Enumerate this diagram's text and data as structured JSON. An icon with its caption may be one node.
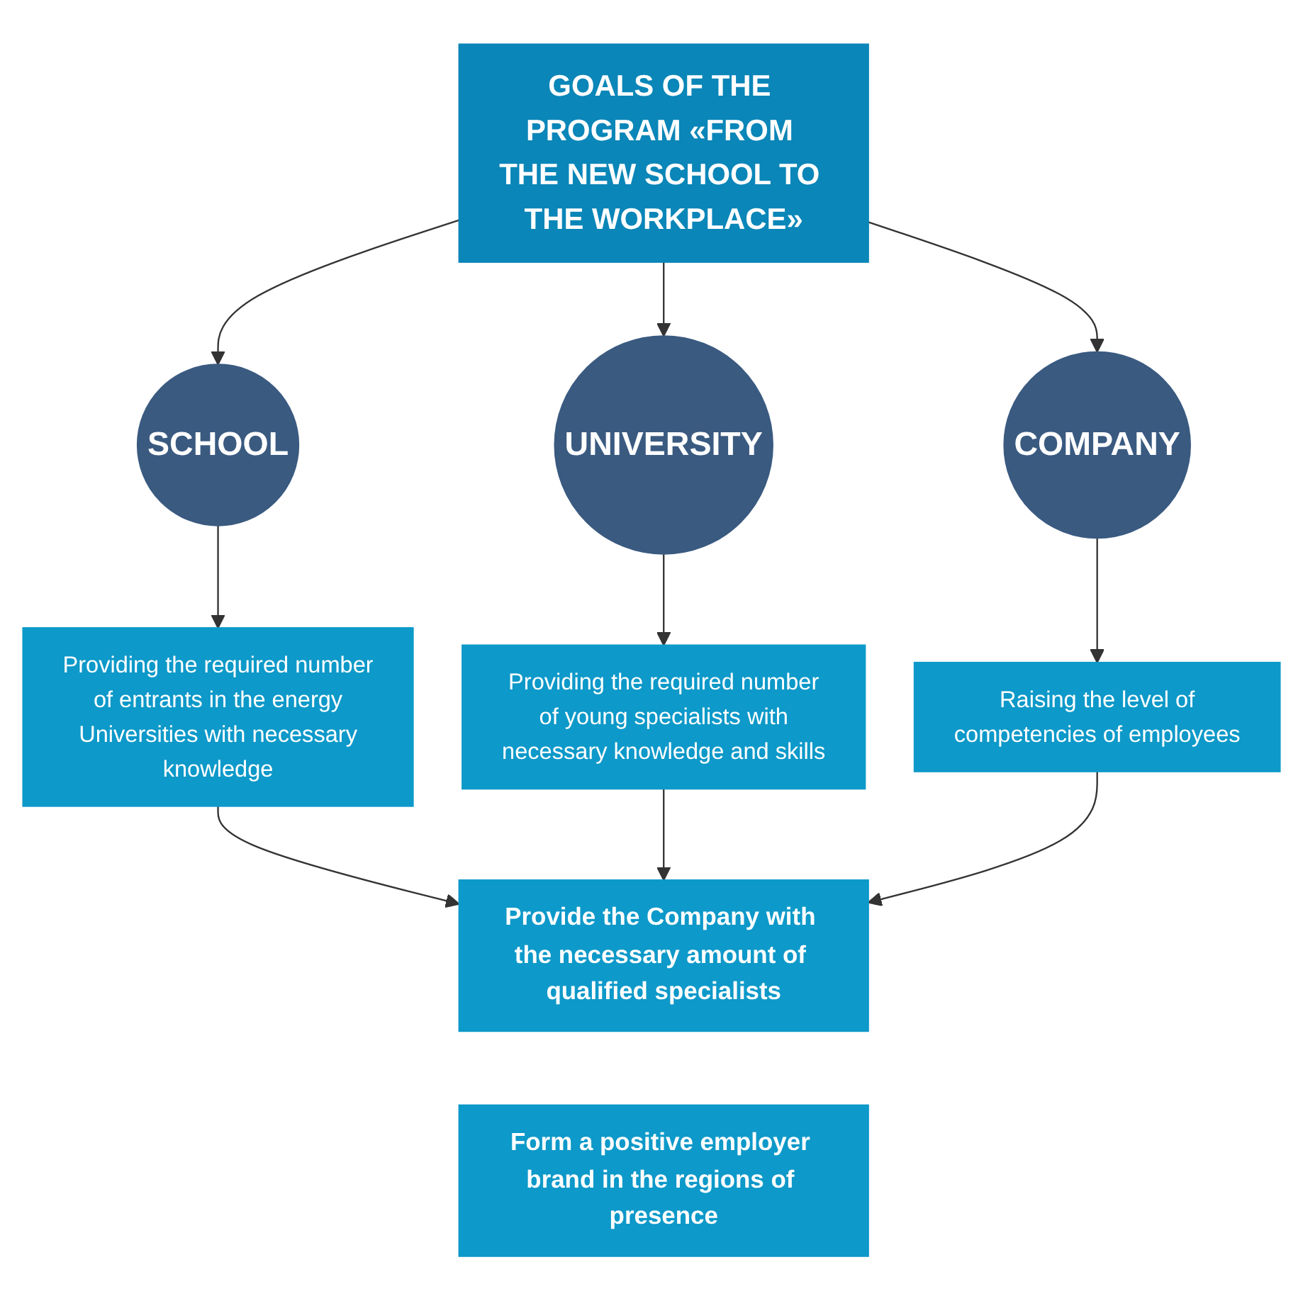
{
  "diagram": {
    "nodes": [
      {
        "text": [
          "GOALS OF THE PROGRAM «FROM THE NEW SCHOOL TO THE WORKPLACE»"
        ]
      },
      {
        "text": [
          "SCHOOL"
        ]
      },
      {
        "text": [
          "UNIVERSITY"
        ]
      },
      {
        "text": [
          "COMPANY"
        ]
      },
      {
        "text": [
          "Providing the required number of entrants in the energy Universities with necessary knowledge"
        ]
      },
      {
        "text": [
          "Providing the required number of young specialists with necessary knowledge and skills"
        ]
      },
      {
        "text": [
          "Raising the level of competencies of employees"
        ]
      },
      {
        "text": [
          "Provide the Company with the necessary amount of qualified specialists"
        ]
      },
      {
        "text": [
          "Form a positive employer brand in the regions of presence"
        ]
      }
    ],
    "edges": [
      {
        "from": 0,
        "to": 1,
        "arrow": "to"
      },
      {
        "from": 0,
        "to": 2,
        "arrow": "to"
      },
      {
        "from": 0,
        "to": 3,
        "arrow": "to"
      },
      {
        "from": 1,
        "to": 4,
        "arrow": "to"
      },
      {
        "from": 2,
        "to": 5,
        "arrow": "to"
      },
      {
        "from": 3,
        "to": 6,
        "arrow": "to"
      },
      {
        "from": 4,
        "to": 7,
        "arrow": "to"
      },
      {
        "from": 5,
        "to": 7,
        "arrow": "to"
      },
      {
        "from": 6,
        "to": 7,
        "arrow": "to"
      }
    ]
  }
}
